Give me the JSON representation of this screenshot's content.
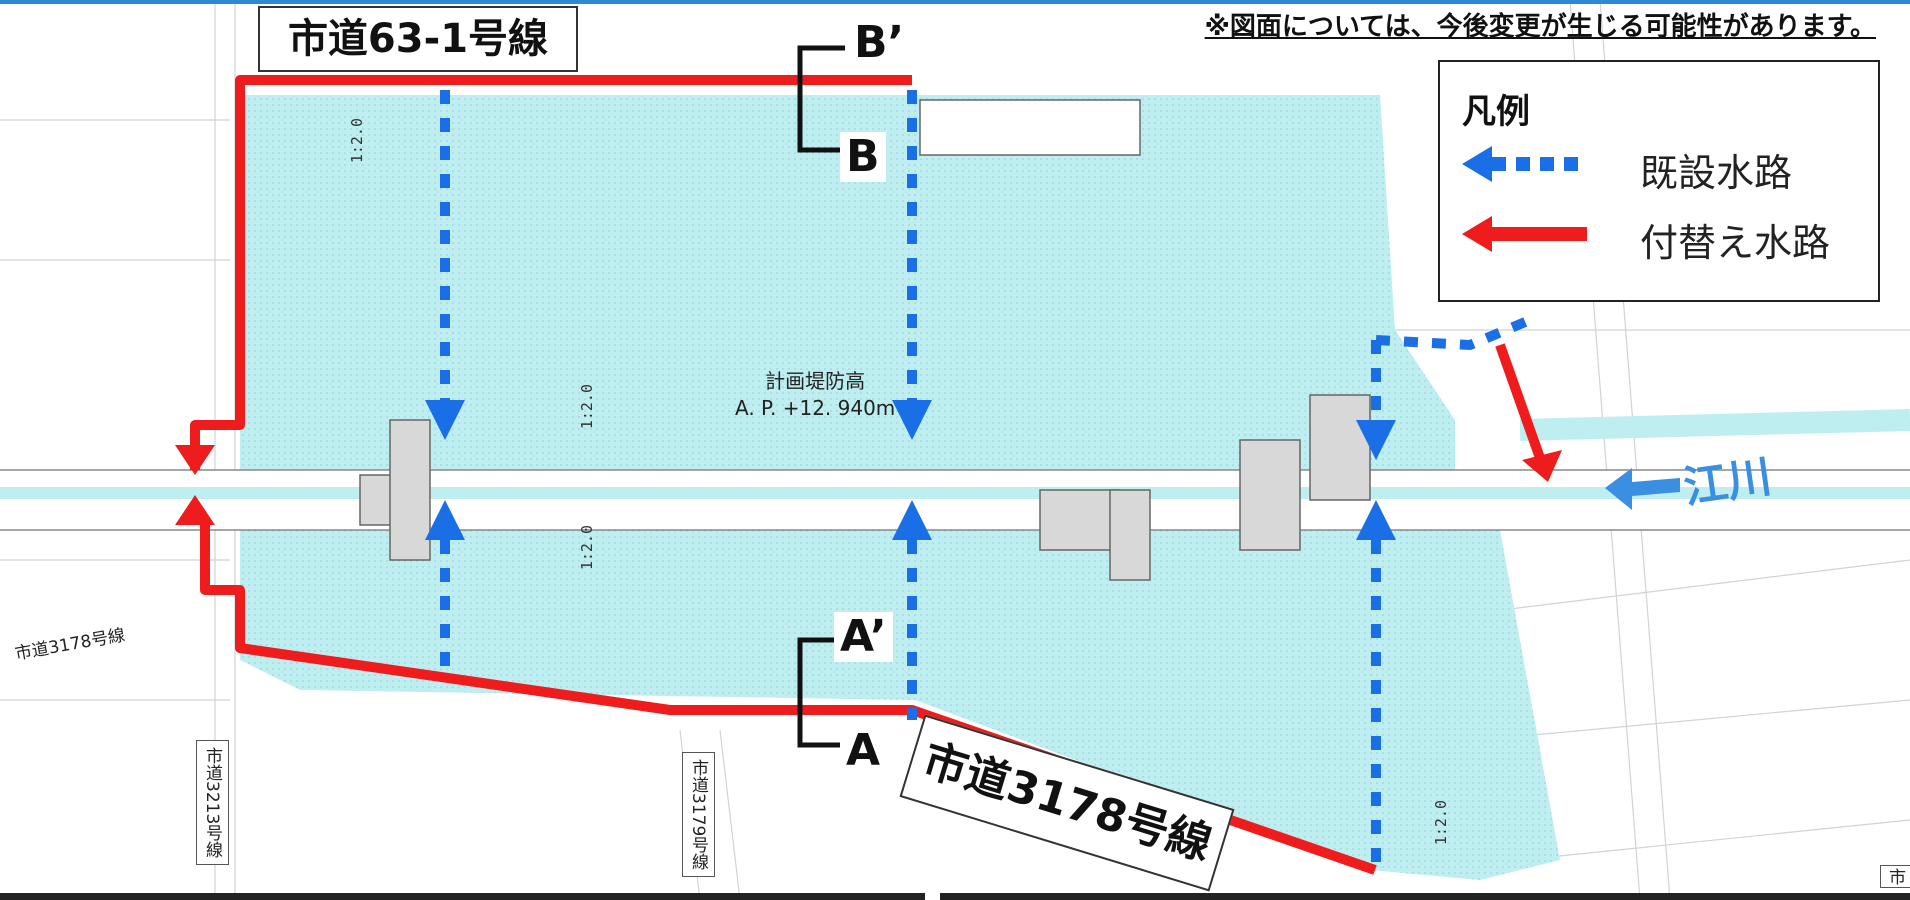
{
  "notice": "※図面については、今後変更が生じる可能性があります。",
  "roads": {
    "top": "市道63-1号線",
    "diagonal": "市道3178号線",
    "left_small": "市道3178号線",
    "vertical_left": "市道3213号線",
    "vertical_mid": "市道3179号線",
    "corner_fragment": "市"
  },
  "legend": {
    "title": "凡例",
    "items": [
      {
        "label": "既設水路",
        "icon": "dotted-arrow-icon",
        "color": "#1a6fe6"
      },
      {
        "label": "付替え水路",
        "icon": "solid-arrow-icon",
        "color": "#ee1c1c"
      }
    ]
  },
  "sections": {
    "a": "A",
    "a_prime": "A’",
    "b": "B",
    "b_prime": "B’"
  },
  "levee": {
    "title": "計画堤防高",
    "value": "A. P. +12. 940m"
  },
  "river": {
    "name": "江川",
    "color": "#3a8fe0"
  },
  "slope_label": "1:2.0",
  "colors": {
    "area_fill": "#bfeef1",
    "existing_waterway": "#1a6fe6",
    "relocated_waterway": "#ee1c1c",
    "top_bar": "#2a8ad6"
  }
}
